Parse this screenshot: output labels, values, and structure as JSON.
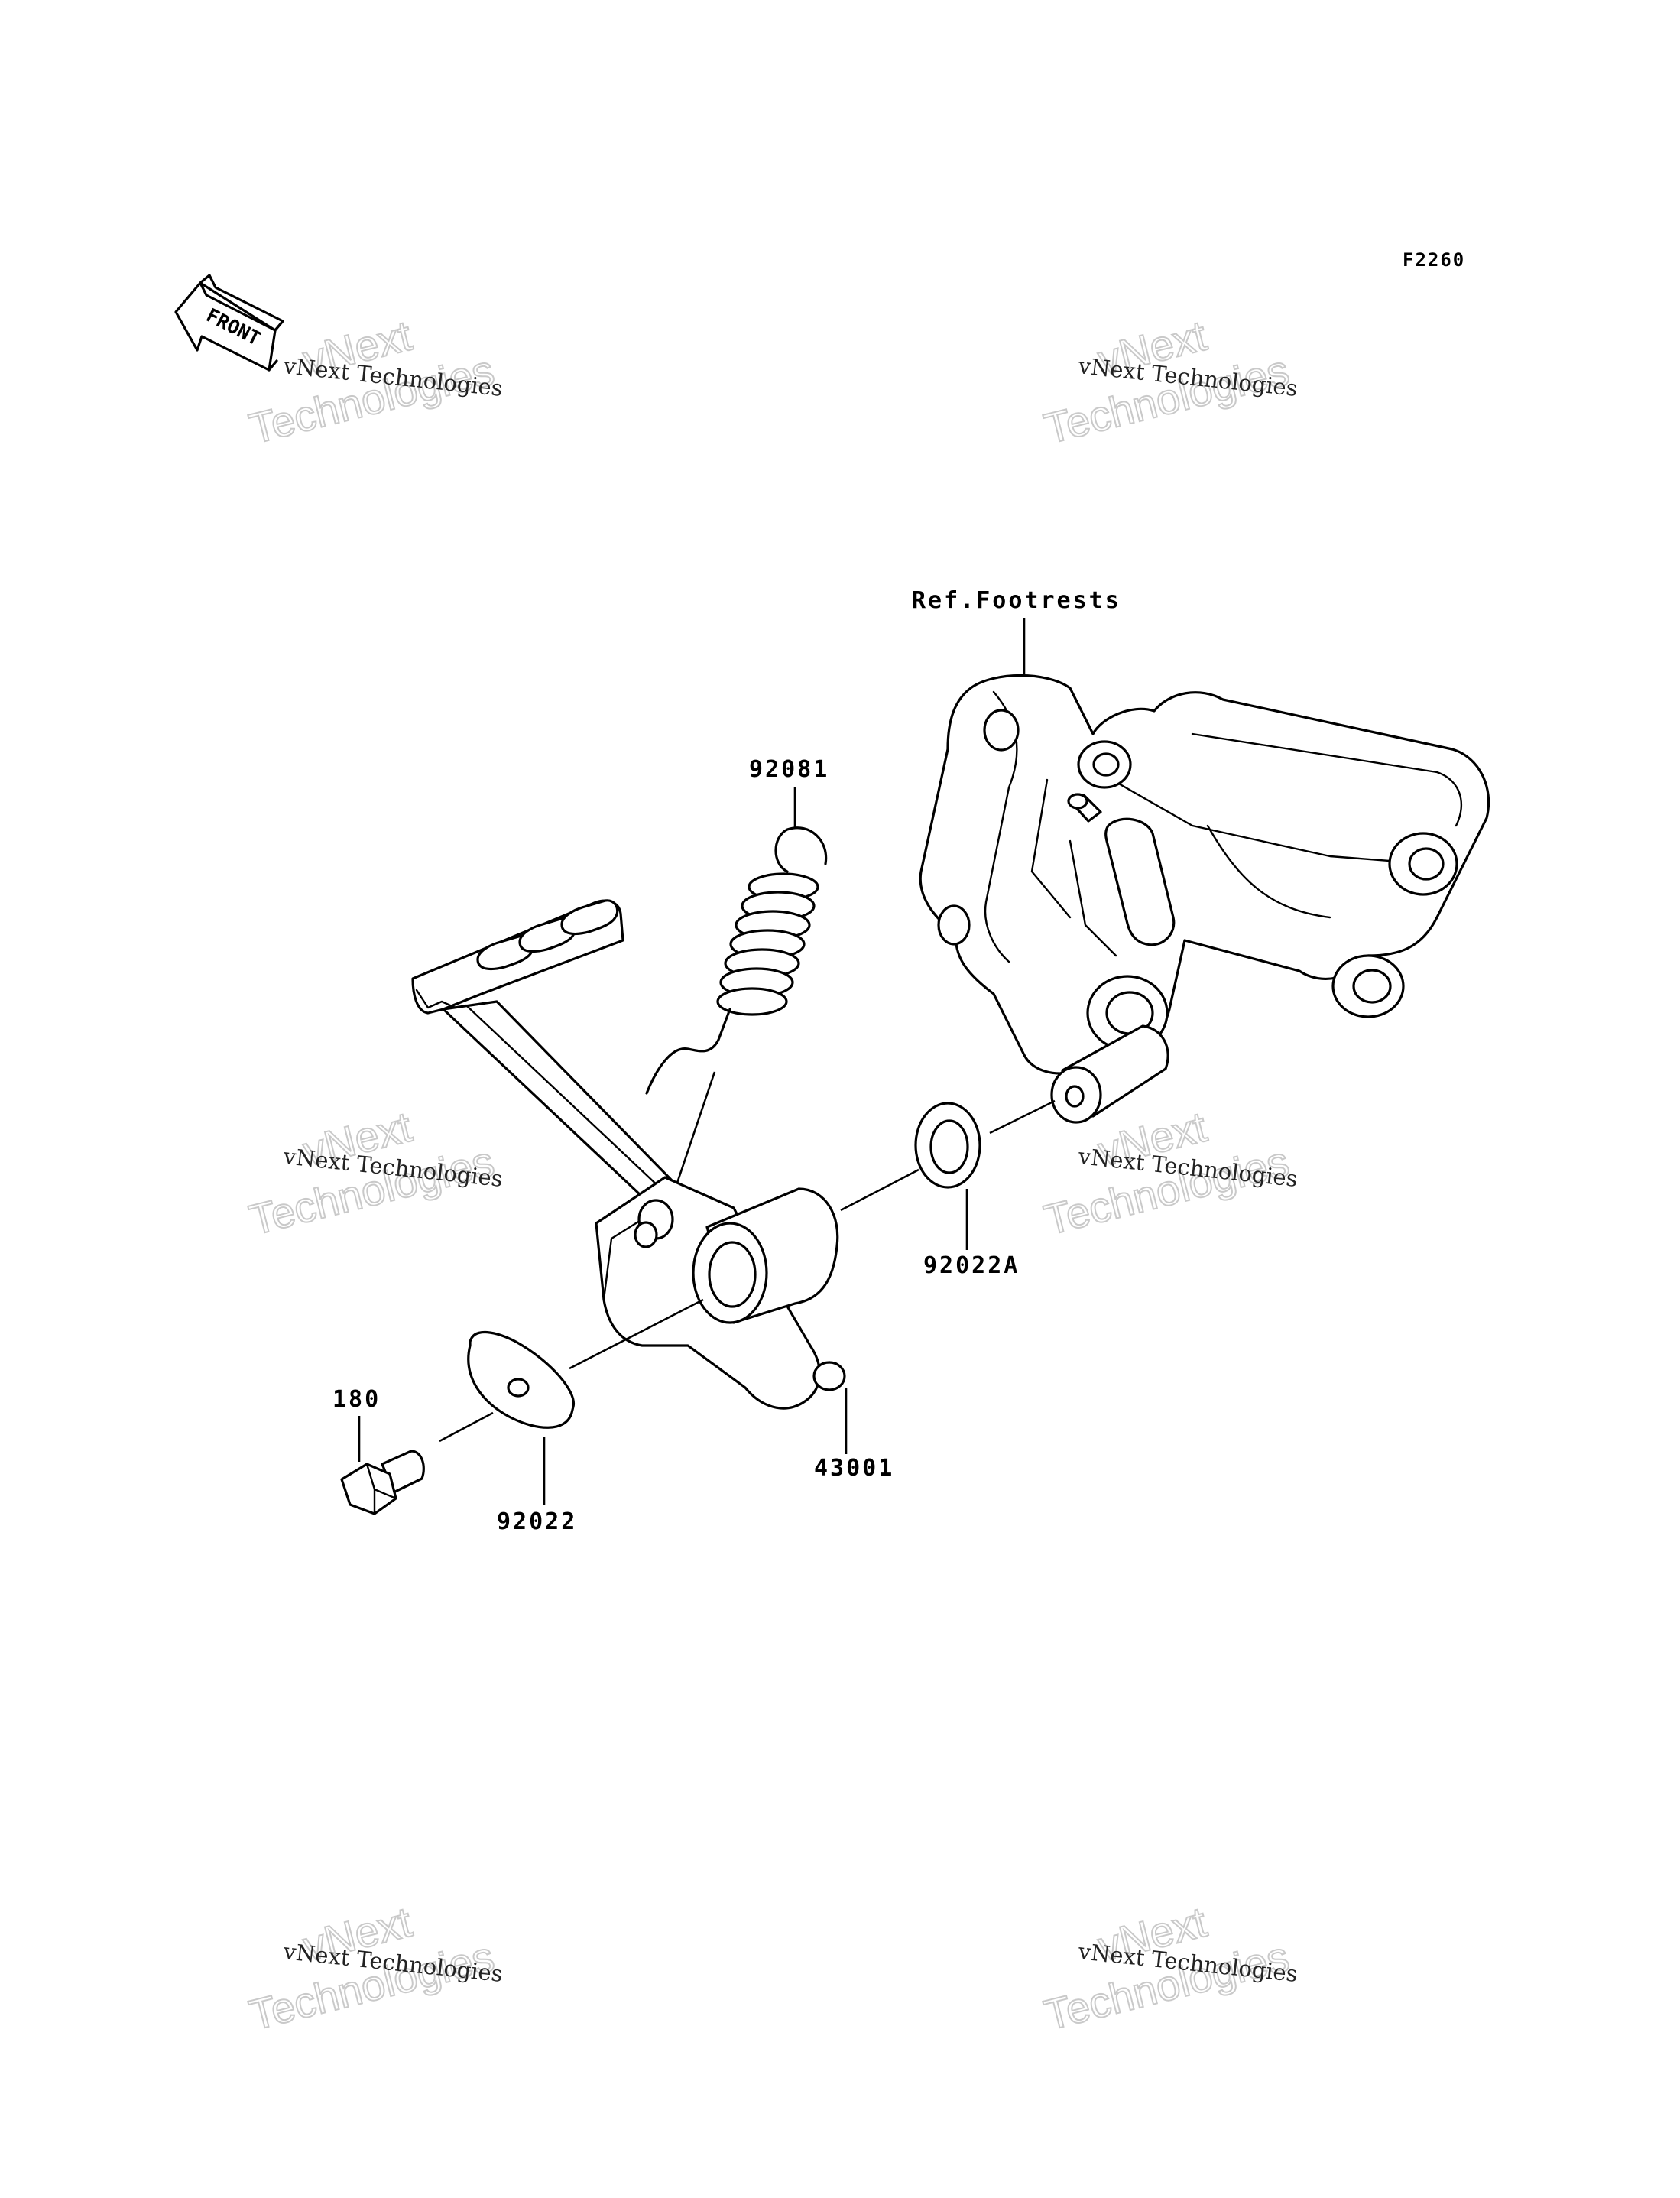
{
  "figure_id": "F2260",
  "front_label": "FRONT",
  "callouts": {
    "ref_footrests": "Ref.Footrests",
    "spring": "92081",
    "washer_a": "92022A",
    "pedal": "43001",
    "bolt": "180",
    "washer": "92022"
  },
  "watermark": {
    "line_small": "vNext Technologies",
    "line_top": "vNext",
    "line_bottom": "Technologies"
  }
}
